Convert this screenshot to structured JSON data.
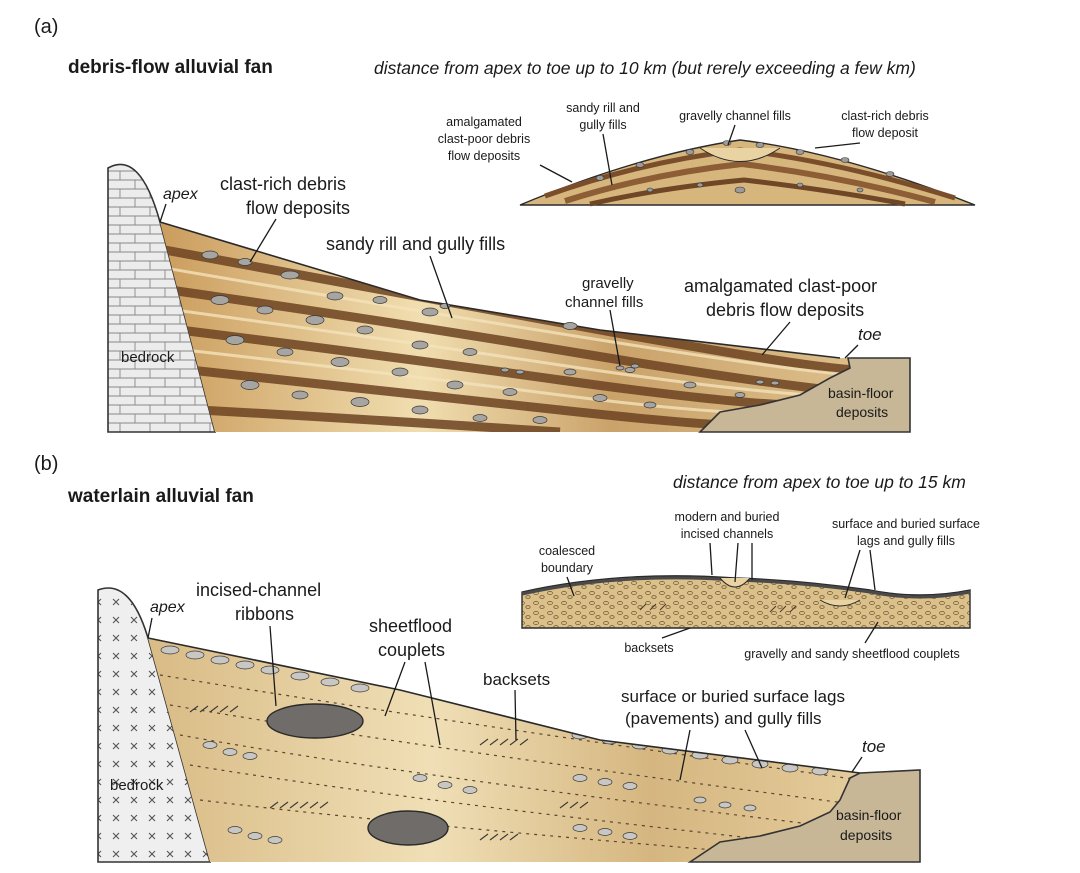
{
  "panel_a": {
    "label": "(a)",
    "title": "debris-flow alluvial fan",
    "distance_note": "distance from apex to toe up to 10 km (but rerely exceeding a few km)",
    "labels": {
      "apex": "apex",
      "clast_rich_1": "clast-rich debris",
      "clast_rich_2": "flow deposits",
      "sandy_rill": "sandy rill and gully fills",
      "gravelly_1": "gravelly",
      "gravelly_2": "channel fills",
      "amalgamated_1": "amalgamated clast-poor",
      "amalgamated_2": "debris flow deposits",
      "toe": "toe",
      "bedrock": "bedrock",
      "basin_1": "basin-floor",
      "basin_2": "deposits"
    },
    "inset": {
      "amalgamated_1": "amalgamated",
      "amalgamated_2": "clast-poor debris",
      "amalgamated_3": "flow deposits",
      "sandy_1": "sandy rill and",
      "sandy_2": "gully fills",
      "gravelly": "gravelly channel fills",
      "clast_1": "clast-rich debris",
      "clast_2": "flow deposit"
    }
  },
  "panel_b": {
    "label": "(b)",
    "title": "waterlain alluvial fan",
    "distance_note": "distance from apex to toe up to 15 km",
    "labels": {
      "apex": "apex",
      "incised_1": "incised-channel",
      "incised_2": "ribbons",
      "sheetflood_1": "sheetflood",
      "sheetflood_2": "couplets",
      "backsets": "backsets",
      "surface_1": "surface or buried surface lags",
      "surface_2": "(pavements) and gully fills",
      "toe": "toe",
      "bedrock": "bedrock",
      "basin_1": "basin-floor",
      "basin_2": "deposits"
    },
    "inset": {
      "coalesced_1": "coalesced",
      "coalesced_2": "boundary",
      "modern_1": "modern and buried",
      "modern_2": "incised channels",
      "surface_1": "surface and buried surface",
      "surface_2": "lags and gully fills",
      "backsets": "backsets",
      "gravelly": "gravelly and sandy sheetflood couplets"
    }
  },
  "colors": {
    "sand_light": "#e9d3a2",
    "sand_mid": "#d4b47a",
    "debris_dark": "#8a5a32",
    "clast_grey": "#a9a7a4",
    "bedrock_fill": "#e8e8e8",
    "basin_fill": "#c7b796"
  }
}
